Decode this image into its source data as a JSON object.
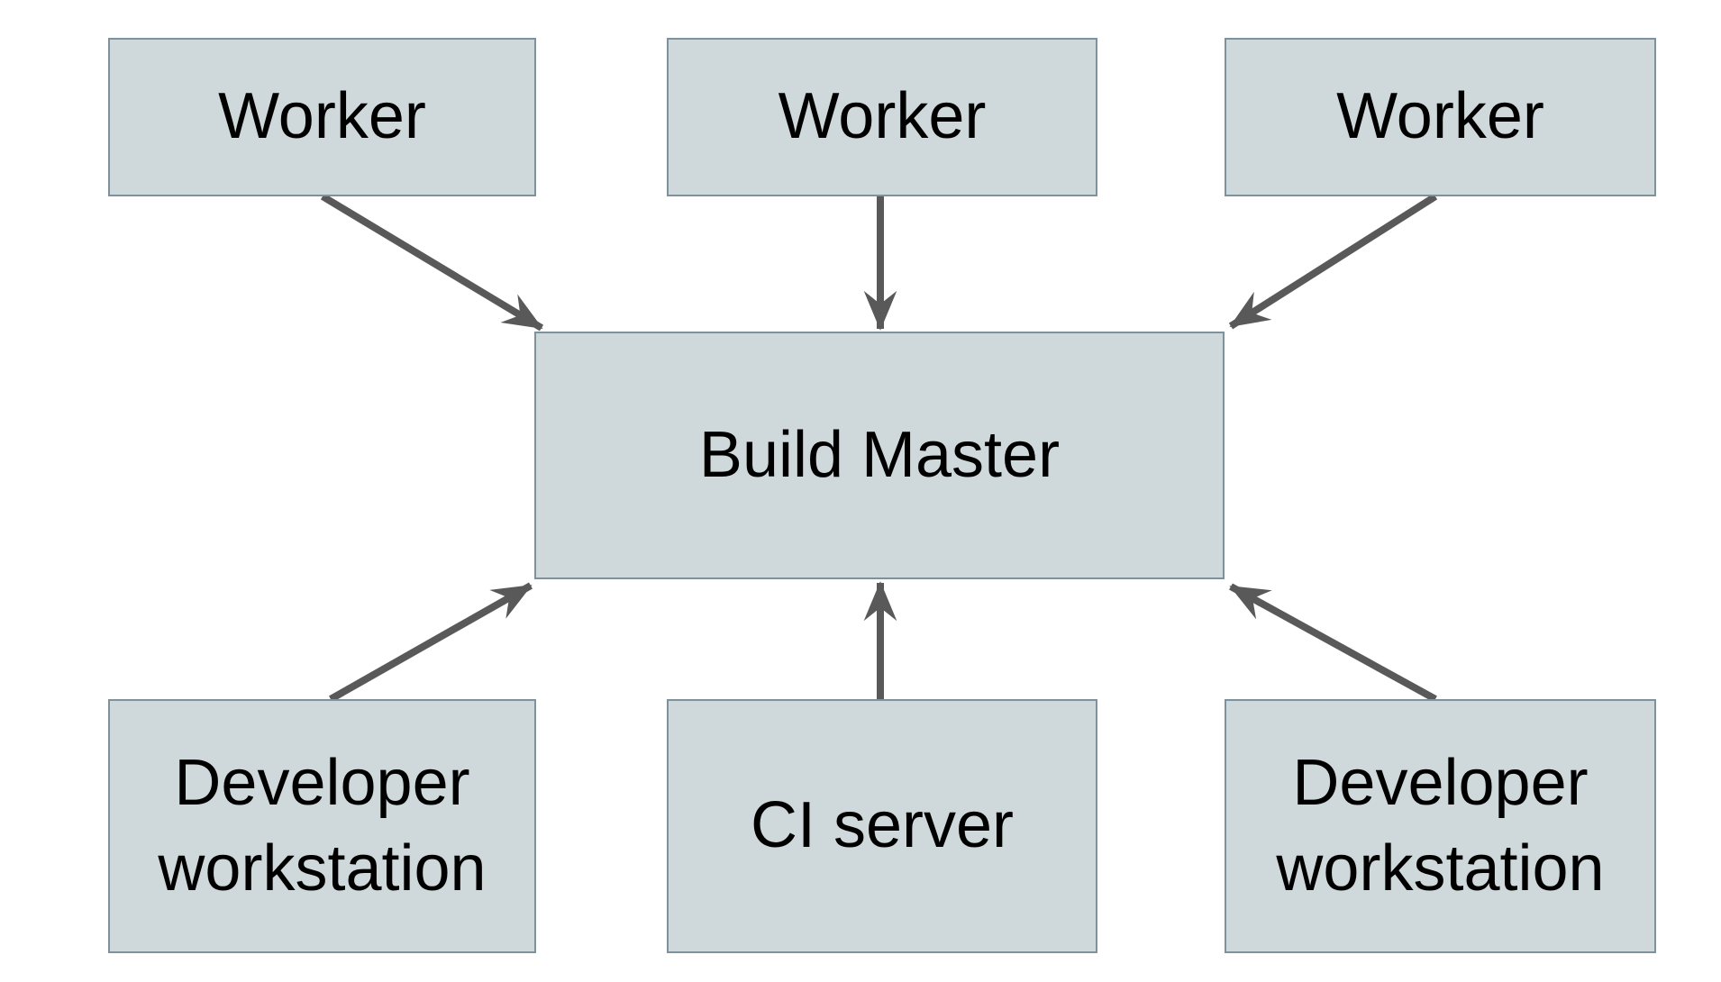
{
  "diagram": {
    "type": "architecture-diagram",
    "nodes": [
      {
        "id": "worker-1",
        "label": "Worker"
      },
      {
        "id": "worker-2",
        "label": "Worker"
      },
      {
        "id": "worker-3",
        "label": "Worker"
      },
      {
        "id": "build-master",
        "label": "Build Master"
      },
      {
        "id": "developer-workstation-left",
        "label": "Developer workstation"
      },
      {
        "id": "ci-server",
        "label": "CI server"
      },
      {
        "id": "developer-workstation-right",
        "label": "Developer workstation"
      }
    ],
    "edges": [
      {
        "from": "worker-1",
        "to": "build-master"
      },
      {
        "from": "worker-2",
        "to": "build-master"
      },
      {
        "from": "worker-3",
        "to": "build-master"
      },
      {
        "from": "developer-workstation-left",
        "to": "build-master"
      },
      {
        "from": "ci-server",
        "to": "build-master"
      },
      {
        "from": "developer-workstation-right",
        "to": "build-master"
      }
    ],
    "colors": {
      "background": "#ffffff",
      "node_fill": "#cfd8da",
      "node_border": "#7d929d",
      "arrow": "#595959",
      "text": "#000000"
    }
  }
}
